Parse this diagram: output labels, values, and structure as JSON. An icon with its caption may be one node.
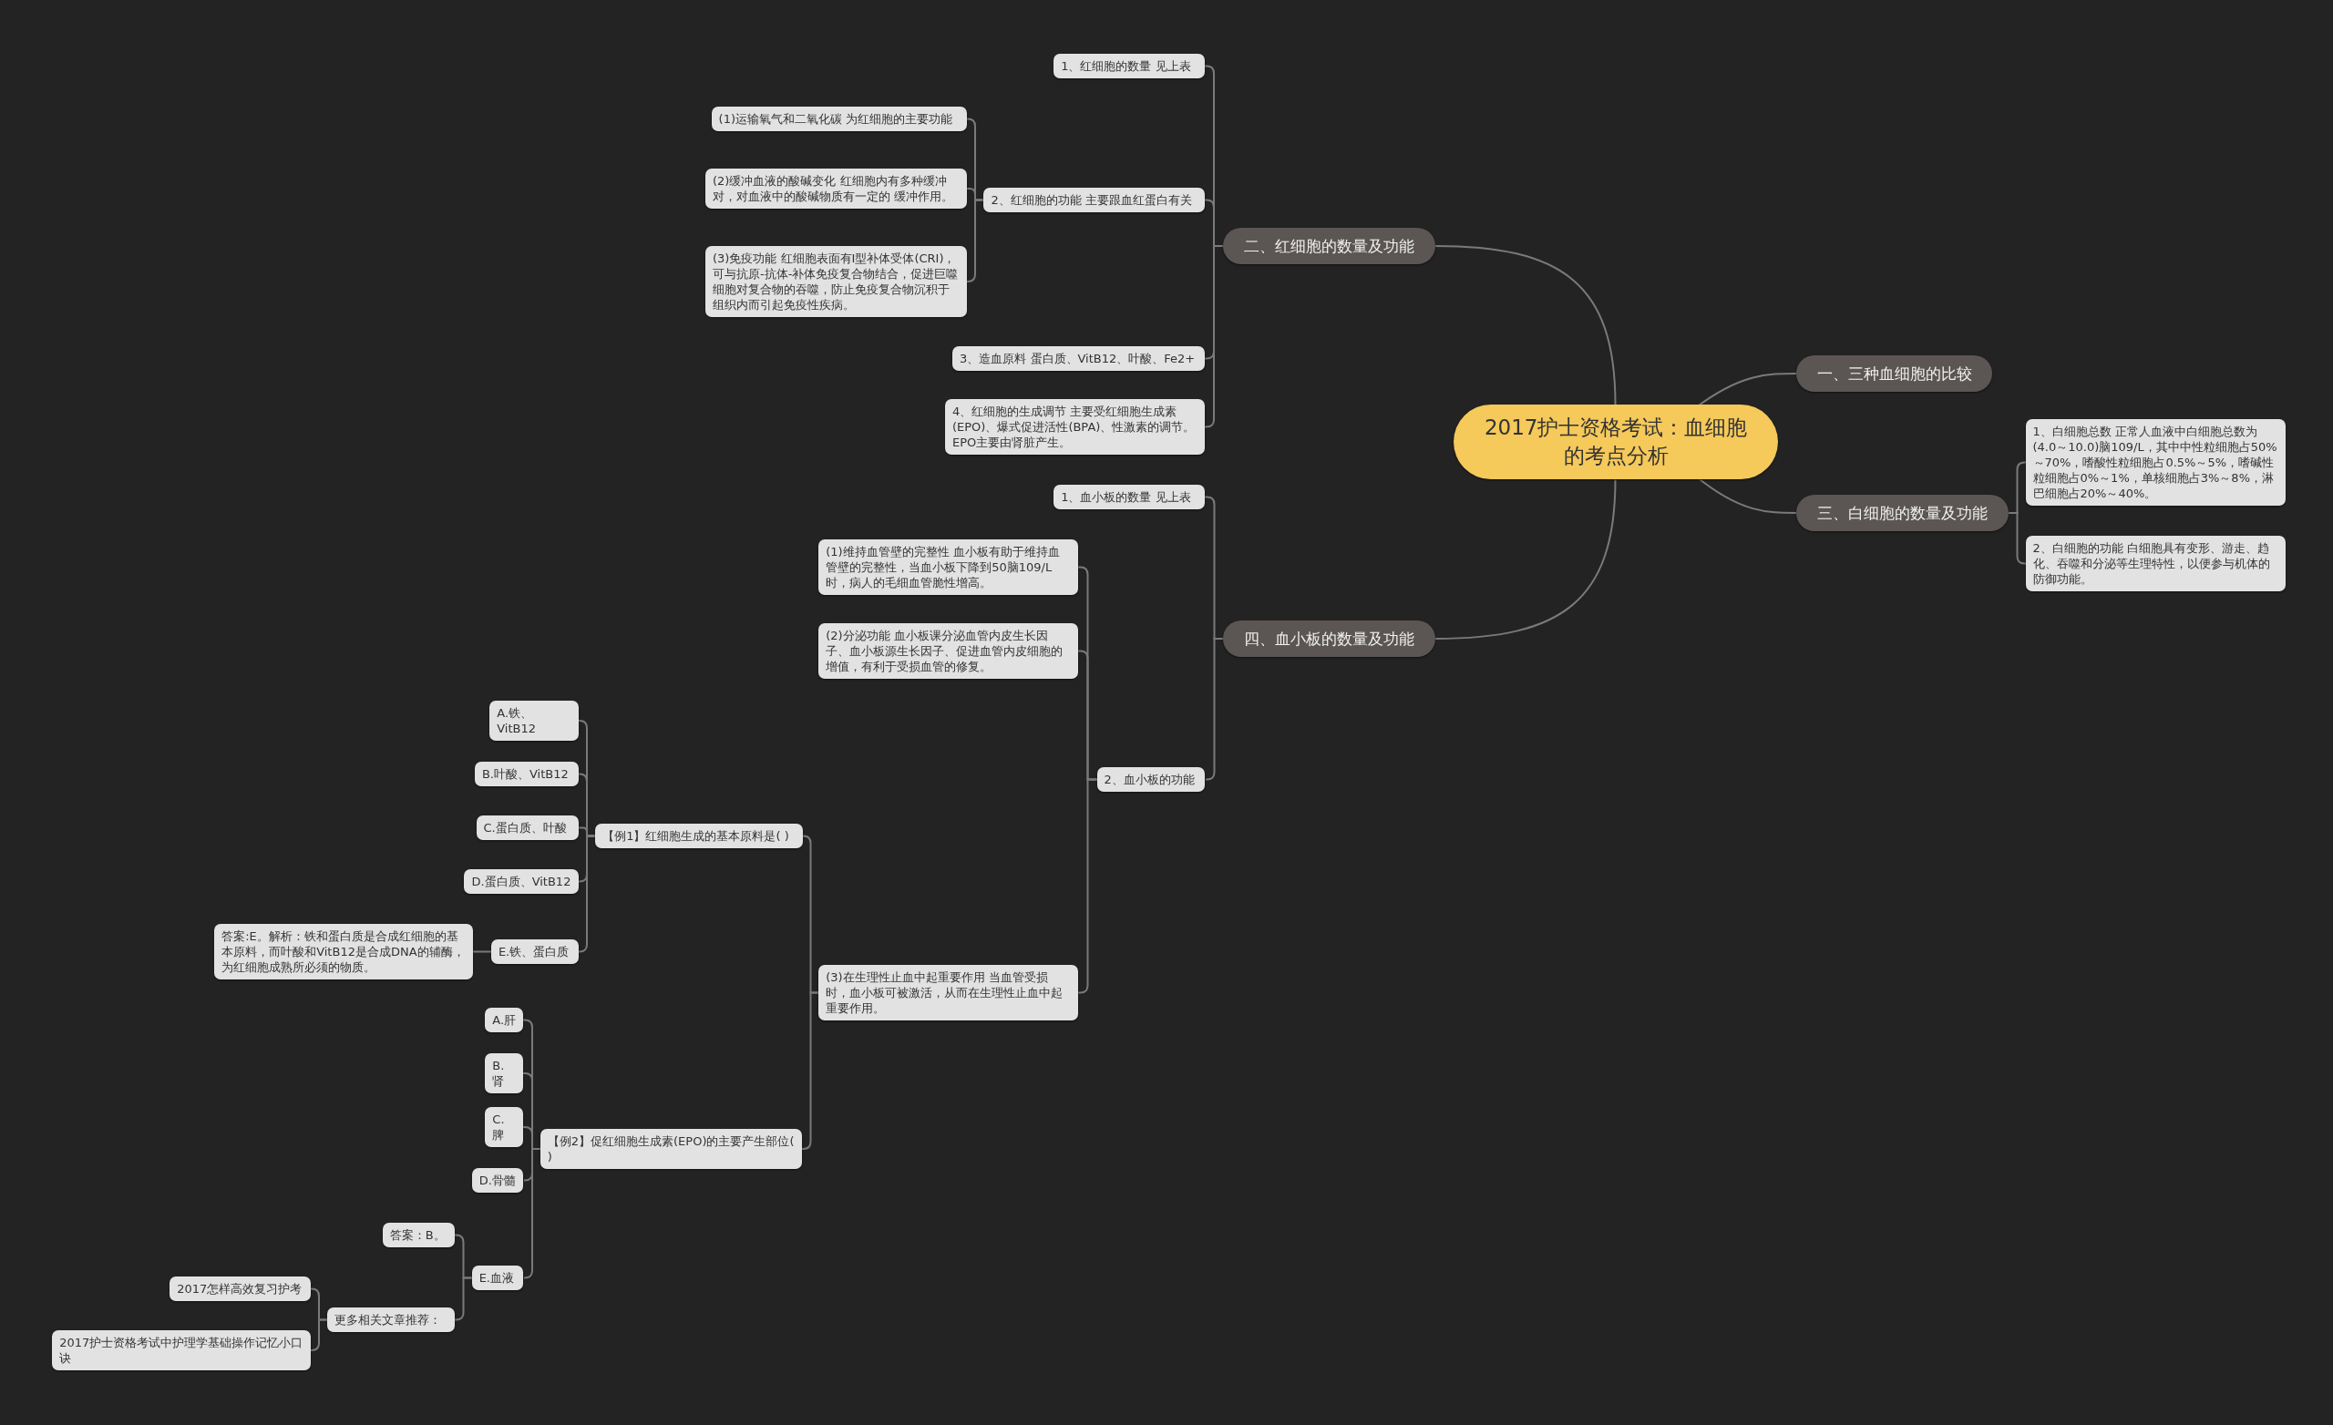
{
  "diagram": {
    "nodes": [
      {
        "text": [
          "2017护士资格考试：血细胞的考点分析"
        ]
      },
      {
        "text": [
          "二、红细胞的数量及功能"
        ]
      },
      {
        "text": [
          "1、红细胞的数量 见上表"
        ]
      },
      {
        "text": [
          "2、红细胞的功能 主要跟血红蛋白有关"
        ]
      },
      {
        "text": [
          "(1)运输氧气和二氧化碳 为红细胞的主要功能"
        ]
      },
      {
        "text": [
          "(2)缓冲血液的酸碱变化 红细胞内有多种缓冲对，对血液中的酸碱物质有一定的 缓冲作用。"
        ]
      },
      {
        "text": [
          "(3)免疫功能 红细胞表面有Ⅰ型补体受体(CRI)，可与抗原-抗体-补体免疫复合物结合，促进巨噬细胞对复合物的吞噬，防止免疫复合物沉积于组织内而引起免疫性疾病。"
        ]
      },
      {
        "text": [
          "3、造血原料 蛋白质、VitB12、叶酸、Fe2+"
        ]
      },
      {
        "text": [
          "4、红细胞的生成调节 主要受红细胞生成素(EPO)、爆式促进活性(BPA)、性激素的调节。EPO主要由肾脏产生。"
        ]
      },
      {
        "text": [
          "一、三种血细胞的比较"
        ]
      },
      {
        "text": [
          "三、白细胞的数量及功能"
        ]
      },
      {
        "text": [
          "1、白细胞总数 正常人血液中白细胞总数为(4.0～10.0)脑109/L，其中中性粒细胞占50%～70%，嗜酸性粒细胞占0.5%～5%，嗜碱性粒细胞占0%～1%，单核细胞占3%～8%，淋巴细胞占20%～40%。"
        ]
      },
      {
        "text": [
          "2、白细胞的功能 白细胞具有变形、游走、趋化、吞噬和分泌等生理特性，以便参与机体的防御功能。"
        ]
      },
      {
        "text": [
          "四、血小板的数量及功能"
        ]
      },
      {
        "text": [
          "1、血小板的数量 见上表"
        ]
      },
      {
        "text": [
          "2、血小板的功能"
        ]
      },
      {
        "text": [
          "(1)维持血管壁的完整性 血小板有助于维持血管壁的完整性，当血小板下降到50脑109/L时，病人的毛细血管脆性增高。"
        ]
      },
      {
        "text": [
          "(2)分泌功能 血小板课分泌血管内皮生长因子、血小板源生长因子、促进血管内皮细胞的增值，有利于受损血管的修复。"
        ]
      },
      {
        "text": [
          "(3)在生理性止血中起重要作用 当血管受损时，血小板可被激活，从而在生理性止血中起重要作用。"
        ]
      },
      {
        "text": [
          "【例1】红细胞生成的基本原料是( )"
        ]
      },
      {
        "text": [
          "A.铁、VitB12"
        ]
      },
      {
        "text": [
          "B.叶酸、VitB12"
        ]
      },
      {
        "text": [
          "C.蛋白质、叶酸"
        ]
      },
      {
        "text": [
          "D.蛋白质、VitB12"
        ]
      },
      {
        "text": [
          "E.铁、蛋白质"
        ]
      },
      {
        "text": [
          "答案:E。解析：铁和蛋白质是合成红细胞的基本原料，而叶酸和VitB12是合成DNA的辅酶，为红细胞成熟所必须的物质。"
        ]
      },
      {
        "text": [
          "【例2】促红细胞生成素(EPO)的主要产生部位( )"
        ]
      },
      {
        "text": [
          "A.肝"
        ]
      },
      {
        "text": [
          "B.肾"
        ]
      },
      {
        "text": [
          "C.脾"
        ]
      },
      {
        "text": [
          "D.骨髓"
        ]
      },
      {
        "text": [
          "E.血液"
        ]
      },
      {
        "text": [
          "答案：B。"
        ]
      },
      {
        "text": [
          "更多相关文章推荐："
        ]
      },
      {
        "text": [
          "2017怎样高效复习护考"
        ]
      },
      {
        "text": [
          "2017护士资格考试中护理学基础操作记忆小口诀"
        ]
      }
    ],
    "edges": [
      {
        "from": 0,
        "to": 1,
        "arrow": "none"
      },
      {
        "from": 1,
        "to": 2,
        "arrow": "none"
      },
      {
        "from": 1,
        "to": 3,
        "arrow": "none"
      },
      {
        "from": 3,
        "to": 4,
        "arrow": "none"
      },
      {
        "from": 3,
        "to": 5,
        "arrow": "none"
      },
      {
        "from": 3,
        "to": 6,
        "arrow": "none"
      },
      {
        "from": 1,
        "to": 7,
        "arrow": "none"
      },
      {
        "from": 1,
        "to": 8,
        "arrow": "none"
      },
      {
        "from": 0,
        "to": 9,
        "arrow": "none"
      },
      {
        "from": 0,
        "to": 10,
        "arrow": "none"
      },
      {
        "from": 10,
        "to": 11,
        "arrow": "none"
      },
      {
        "from": 10,
        "to": 12,
        "arrow": "none"
      },
      {
        "from": 0,
        "to": 13,
        "arrow": "none"
      },
      {
        "from": 13,
        "to": 14,
        "arrow": "none"
      },
      {
        "from": 13,
        "to": 15,
        "arrow": "none"
      },
      {
        "from": 15,
        "to": 16,
        "arrow": "none"
      },
      {
        "from": 15,
        "to": 17,
        "arrow": "none"
      },
      {
        "from": 15,
        "to": 18,
        "arrow": "none"
      },
      {
        "from": 18,
        "to": 19,
        "arrow": "none"
      },
      {
        "from": 19,
        "to": 20,
        "arrow": "none"
      },
      {
        "from": 19,
        "to": 21,
        "arrow": "none"
      },
      {
        "from": 19,
        "to": 22,
        "arrow": "none"
      },
      {
        "from": 19,
        "to": 23,
        "arrow": "none"
      },
      {
        "from": 19,
        "to": 24,
        "arrow": "none"
      },
      {
        "from": 24,
        "to": 25,
        "arrow": "none"
      },
      {
        "from": 18,
        "to": 26,
        "arrow": "none"
      },
      {
        "from": 26,
        "to": 27,
        "arrow": "none"
      },
      {
        "from": 26,
        "to": 28,
        "arrow": "none"
      },
      {
        "from": 26,
        "to": 29,
        "arrow": "none"
      },
      {
        "from": 26,
        "to": 30,
        "arrow": "none"
      },
      {
        "from": 26,
        "to": 31,
        "arrow": "none"
      },
      {
        "from": 31,
        "to": 32,
        "arrow": "none"
      },
      {
        "from": 31,
        "to": 33,
        "arrow": "none"
      },
      {
        "from": 33,
        "to": 34,
        "arrow": "none"
      },
      {
        "from": 33,
        "to": 35,
        "arrow": "none"
      }
    ]
  }
}
